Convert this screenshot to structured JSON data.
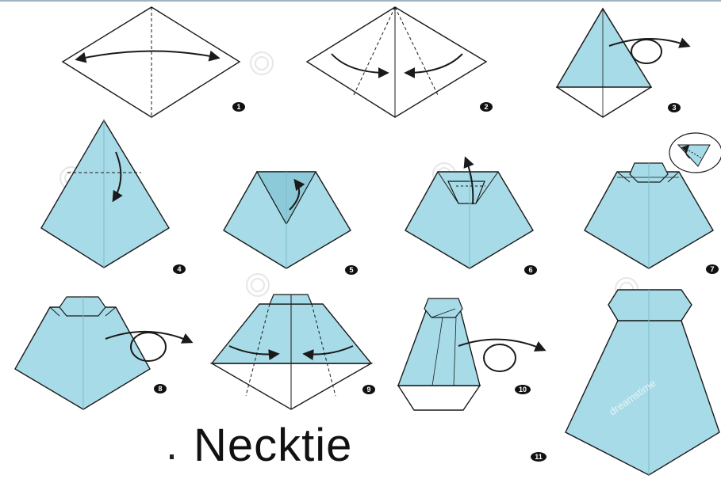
{
  "title": "Necktie",
  "steps": [
    "1",
    "2",
    "3",
    "4",
    "5",
    "6",
    "7",
    "8",
    "9",
    "10",
    "11"
  ],
  "watermark": "dreamstime",
  "colors": {
    "paper_blue": "#a8dbe8",
    "paper_white": "#ffffff",
    "outline": "#1a1a1a",
    "badge": "#111111"
  }
}
